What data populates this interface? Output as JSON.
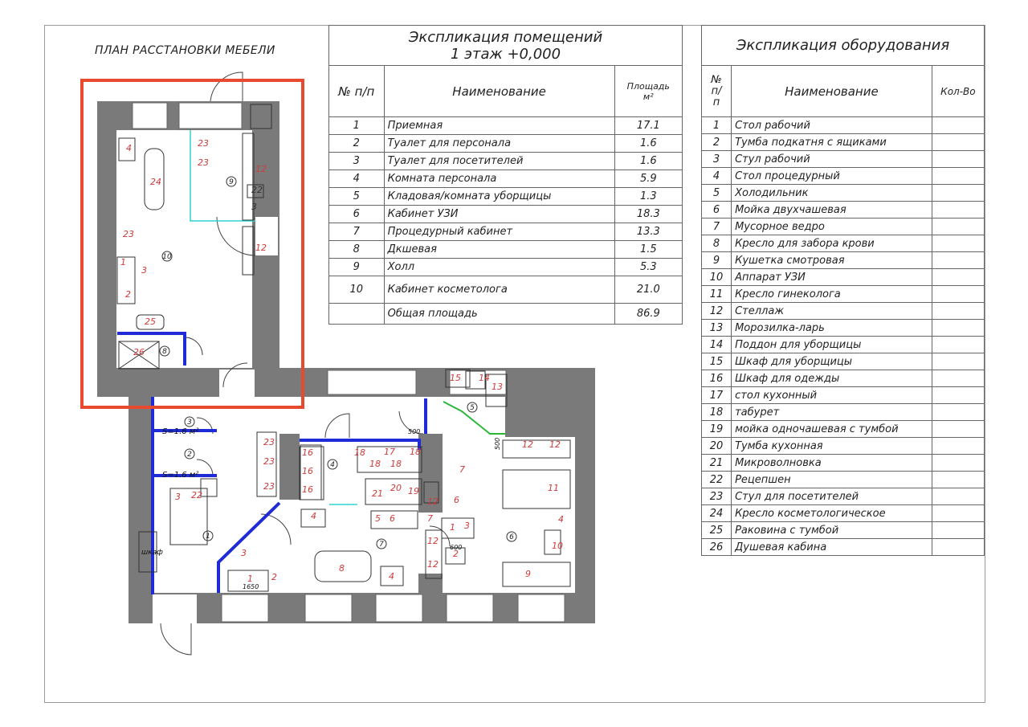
{
  "plan": {
    "title": "ПЛАН РАССТАНОВКИ МЕБЕЛИ",
    "room_numbers": [
      "1",
      "2",
      "3",
      "4",
      "5",
      "6",
      "7",
      "8",
      "9",
      "10"
    ],
    "dimension_labels": [
      "S=1.6 м²",
      "S=1.6 м²",
      "500",
      "500",
      "600",
      "1650"
    ],
    "equipment_tags": [
      "4",
      "24",
      "23",
      "23",
      "12",
      "22",
      "3",
      "12",
      "23",
      "1",
      "3",
      "2",
      "25",
      "26",
      "15",
      "14",
      "13",
      "12",
      "12",
      "16",
      "16",
      "16",
      "18",
      "17",
      "18",
      "18",
      "18",
      "23",
      "23",
      "23",
      "21",
      "20",
      "19",
      "7",
      "1",
      "4",
      "5",
      "6",
      "7",
      "3",
      "11",
      "4",
      "10",
      "9",
      "3",
      "22",
      "1",
      "2",
      "2",
      "8",
      "4",
      "12",
      "12",
      "12"
    ],
    "wardrobe_label": "шкаф"
  },
  "highlight": {
    "color": "#e84a2f"
  },
  "rooms_table": {
    "title_line1": "Экспликация помещений",
    "title_line2": "1 этаж +0,000",
    "headers": {
      "num": "№ п/п",
      "name": "Наименование",
      "area_line1": "Площадь",
      "area_line2": "м²"
    },
    "rows": [
      {
        "num": "1",
        "name": "Приемная",
        "area": "17.1"
      },
      {
        "num": "2",
        "name": "Туалет для персонала",
        "area": "1.6"
      },
      {
        "num": "3",
        "name": "Туалет для посетителей",
        "area": "1.6"
      },
      {
        "num": "4",
        "name": "Комната персонала",
        "area": "5.9"
      },
      {
        "num": "5",
        "name": "Кладовая/комната уборщицы",
        "area": "1.3"
      },
      {
        "num": "6",
        "name": "Кабинет УЗИ",
        "area": "18.3"
      },
      {
        "num": "7",
        "name": "Процедурный кабинет",
        "area": "13.3"
      },
      {
        "num": "8",
        "name": "Дкшевая",
        "area": "1.5"
      },
      {
        "num": "9",
        "name": "Холл",
        "area": "5.3"
      },
      {
        "num": "10",
        "name": "Кабинет косметолога",
        "area": "21.0"
      }
    ],
    "total": {
      "name": "Общая площадь",
      "area": "86.9"
    }
  },
  "equipment_table": {
    "title": "Экспликация оборудования",
    "headers": {
      "num_line1": "№",
      "num_line2": "п/",
      "num_line3": "п",
      "name": "Наименование",
      "qty": "Кол-Во"
    },
    "rows": [
      {
        "num": "1",
        "name": "Стол рабочий"
      },
      {
        "num": "2",
        "name": "Тумба подкатня с ящиками"
      },
      {
        "num": "3",
        "name": "Стул рабочий"
      },
      {
        "num": "4",
        "name": "Стол процедурный"
      },
      {
        "num": "5",
        "name": "Холодильник"
      },
      {
        "num": "6",
        "name": "Мойка двухчашевая"
      },
      {
        "num": "7",
        "name": "Мусорное ведро"
      },
      {
        "num": "8",
        "name": "Кресло для забора крови"
      },
      {
        "num": "9",
        "name": "Кушетка смотровая"
      },
      {
        "num": "10",
        "name": "Аппарат УЗИ"
      },
      {
        "num": "11",
        "name": "Кресло гинеколога"
      },
      {
        "num": "12",
        "name": "Стеллаж"
      },
      {
        "num": "13",
        "name": "Морозилка-ларь"
      },
      {
        "num": "14",
        "name": "Поддон для уборщицы"
      },
      {
        "num": "15",
        "name": "Шкаф для уборщицы"
      },
      {
        "num": "16",
        "name": "Шкаф для одежды"
      },
      {
        "num": "17",
        "name": "стол кухонный"
      },
      {
        "num": "18",
        "name": "табурет"
      },
      {
        "num": "19",
        "name": "мойка одночашевая с тумбой"
      },
      {
        "num": "20",
        "name": "Тумба кухонная"
      },
      {
        "num": "21",
        "name": "Микроволновка"
      },
      {
        "num": "22",
        "name": "Рецепшен"
      },
      {
        "num": "23",
        "name": "Стул для посетителей"
      },
      {
        "num": "24",
        "name": "Кресло косметологическое"
      },
      {
        "num": "25",
        "name": "Раковина с тумбой"
      },
      {
        "num": "26",
        "name": "Душевая кабина"
      }
    ]
  }
}
